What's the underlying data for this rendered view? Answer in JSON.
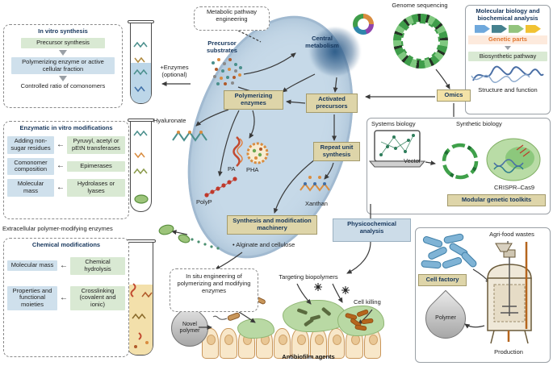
{
  "colors": {
    "tan": "#ded5a9",
    "green_hl": "#d9e9d3",
    "blue_hl": "#cfe0ec",
    "orange": "#e0762f",
    "cell_blue": "#c6d9e8",
    "omics_yellow": "#f3e2a7",
    "navy": "#16365c"
  },
  "icons": {
    "arrow_left": "←"
  },
  "left_panel": {
    "in_vitro": {
      "title": "In vitro synthesis",
      "step1": "Precursor synthesis",
      "step2": "Polymerizing enzyme or active cellular fraction",
      "step3": "Controlled ratio of comonomers"
    },
    "enzymatic_mods": {
      "title": "Enzymatic in vitro modifications",
      "rows": [
        {
          "target": "Adding non-sugar residues",
          "enzyme": "Pyruvyl, acetyl or pEtN transferases"
        },
        {
          "target": "Comonomer composition",
          "enzyme": "Epimerases"
        },
        {
          "target": "Molecular mass",
          "enzyme": "Hydrolases or lyases"
        }
      ]
    },
    "extracellular_note": "Extracellular polymer-modifying enzymes",
    "chemical_mods": {
      "title": "Chemical modifications",
      "rows": [
        {
          "target": "Molecular mass",
          "method": "Chemical hydrolysis"
        },
        {
          "target": "Properties and functional moieties",
          "method": "Crosslinking (covalent and ionic)"
        }
      ]
    }
  },
  "cell_diagram": {
    "metabolic_engineering": "Metabolic pathway engineering",
    "precursor_substrates": "Precursor substrates",
    "central_metabolism": "Central metabolism",
    "enzymes_optional": "+Enzymes (optional)",
    "polymerizing_enzymes": "Polymerizing enzymes",
    "activated_precursors": "Activated precursors",
    "repeat_unit_synthesis": "Repeat unit synthesis",
    "hyaluronate": "Hyaluronate",
    "pa": "PA",
    "pha": "PHA",
    "polyp": "PolyP",
    "xanthan": "Xanthan",
    "machinery": "Synthesis and modification machinery",
    "alginate": "• Alginate and cellulose"
  },
  "top_right": {
    "genome_sequencing": "Genome sequencing",
    "mol_bio": {
      "title": "Molecular biology and biochemical analysis",
      "genetic_parts": "Genetic parts",
      "biosynthetic_pathway": "Biosynthetic pathway",
      "structure_function": "Structure and function"
    },
    "omics": "Omics"
  },
  "mid_right": {
    "systems_biology": "Systems biology",
    "synthetic_biology": "Synthetic biology",
    "vector": "Vector",
    "crispr": "CRISPR–Cas9",
    "toolkits": "Modular genetic toolkits"
  },
  "bottom_right": {
    "agri_food": "Agri-food wastes",
    "cell_factory": "Cell factory",
    "polymer": "Polymer",
    "production": "Production"
  },
  "bottom_center": {
    "in_situ": "In situ engineering of polymerizing and modifying enzymes",
    "physicochemical": "Physicochemical analysis",
    "targeting": "Targeting biopolymers",
    "cell_killing": "Cell killing",
    "novel_polymer": "Novel polymer",
    "antibiofilm": "Antibiofilm agents"
  }
}
